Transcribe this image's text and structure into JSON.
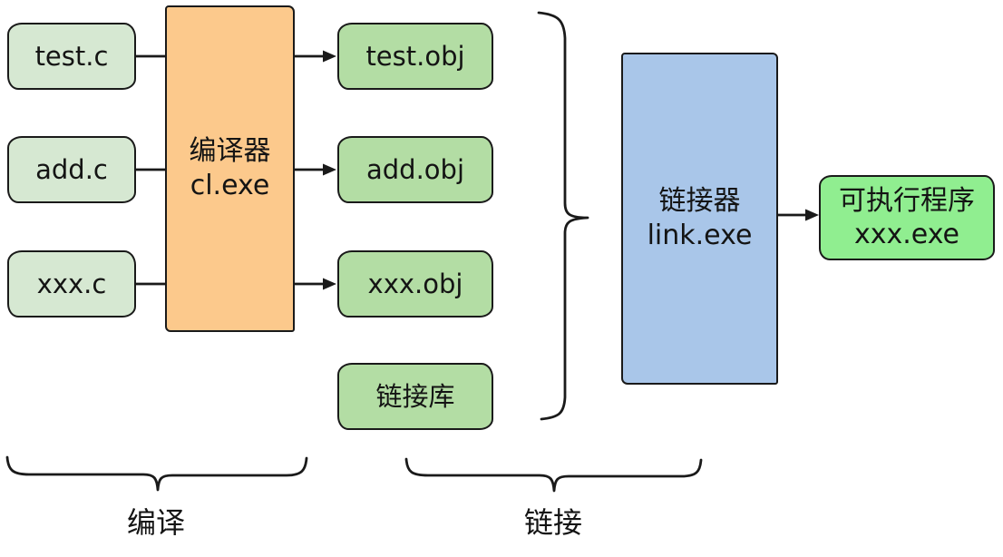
{
  "nodes": {
    "source_files": [
      "test.c",
      "add.c",
      "xxx.c"
    ],
    "compiler": {
      "line1": "编译器",
      "line2": "cl.exe"
    },
    "object_files": [
      "test.obj",
      "add.obj",
      "xxx.obj"
    ],
    "link_library": "链接库",
    "linker": {
      "line1": "链接器",
      "line2": "link.exe"
    },
    "executable": {
      "line1": "可执行程序",
      "line2": "xxx.exe"
    }
  },
  "stage_labels": {
    "compile": "编译",
    "link": "链接"
  },
  "colors": {
    "source_box": "#d6e8d2",
    "object_box": "#b3dda4",
    "compiler_box": "#fcc98c",
    "linker_box": "#a9c6e9",
    "executable_box": "#90ee90",
    "stroke": "#1a1a1a",
    "background": "#ffffff"
  }
}
